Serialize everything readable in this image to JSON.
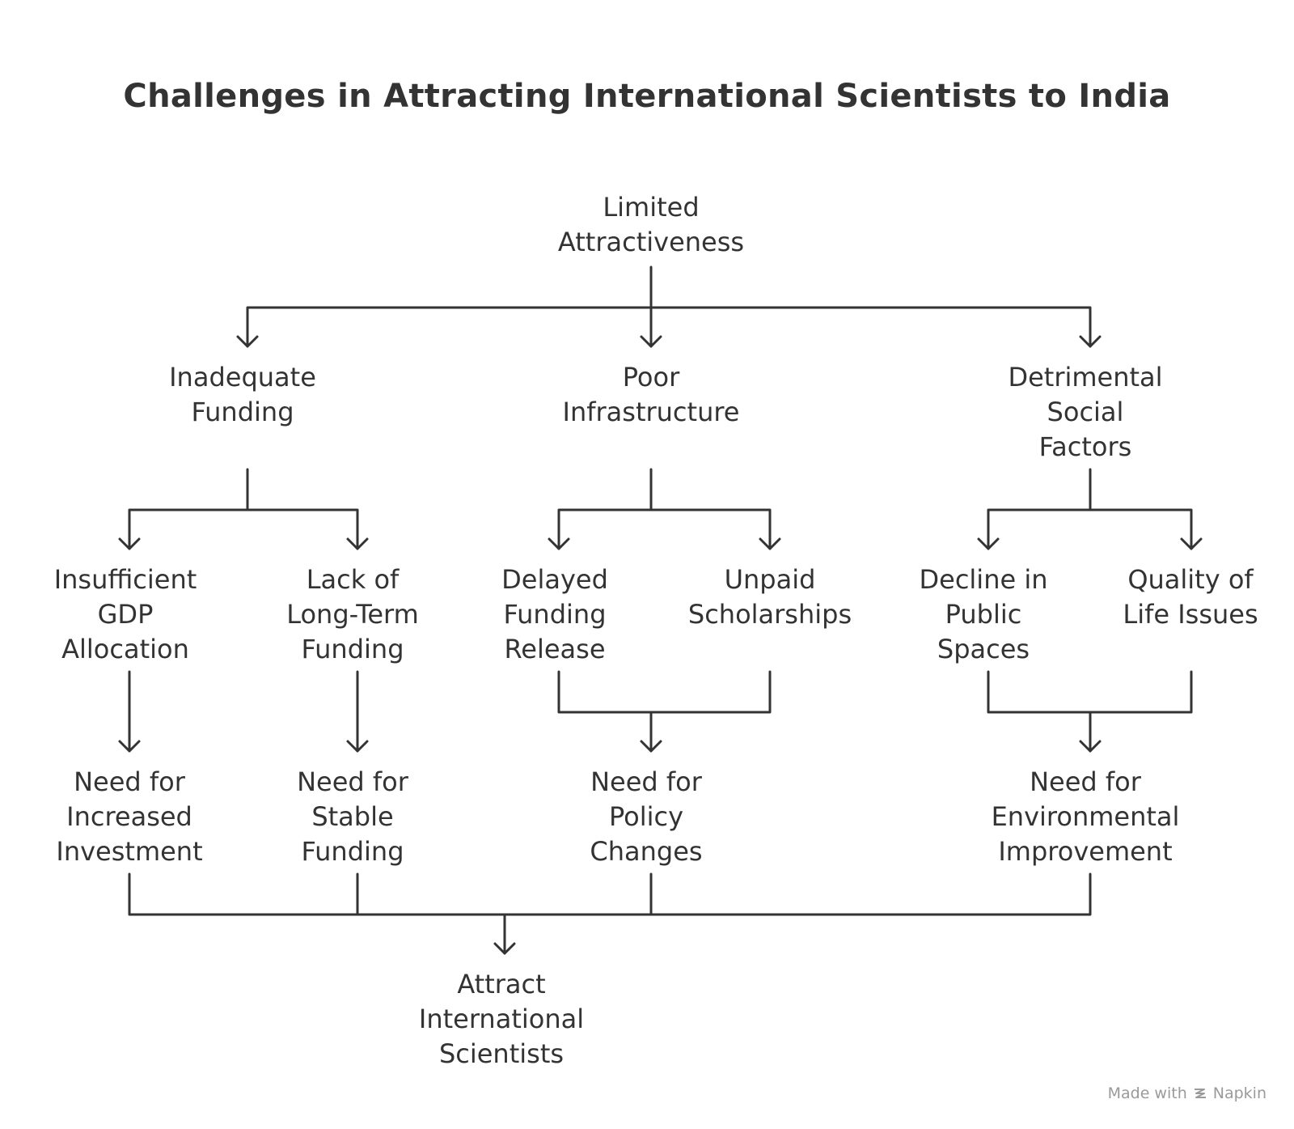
{
  "title": "Challenges in Attracting International Scientists to India",
  "nodes": {
    "root": [
      "Limited",
      "Attractiveness"
    ],
    "funding": [
      "Inadequate",
      "Funding"
    ],
    "infrastructure": [
      "Poor",
      "Infrastructure"
    ],
    "social": [
      "Detrimental",
      "Social",
      "Factors"
    ],
    "gdp": [
      "Insufficient",
      "GDP",
      "Allocation"
    ],
    "longterm": [
      "Lack of",
      "Long-Term",
      "Funding"
    ],
    "delayed": [
      "Delayed",
      "Funding",
      "Release"
    ],
    "unpaid": [
      "Unpaid",
      "Scholarships"
    ],
    "public": [
      "Decline in",
      "Public",
      "Spaces"
    ],
    "quality": [
      "Quality of",
      "Life Issues"
    ],
    "investment": [
      "Need for",
      "Increased",
      "Investment"
    ],
    "stable": [
      "Need for",
      "Stable",
      "Funding"
    ],
    "policy": [
      "Need for",
      "Policy",
      "Changes"
    ],
    "environment": [
      "Need for",
      "Environmental",
      "Improvement"
    ],
    "attract": [
      "Attract",
      "International",
      "Scientists"
    ]
  },
  "footer": {
    "prefix": "Made with",
    "brand": "Napkin",
    "brand_icon": "napkin-logo-icon"
  },
  "colors": {
    "ink": "#333333",
    "footer": "#9a9a9a",
    "background": "#ffffff"
  }
}
